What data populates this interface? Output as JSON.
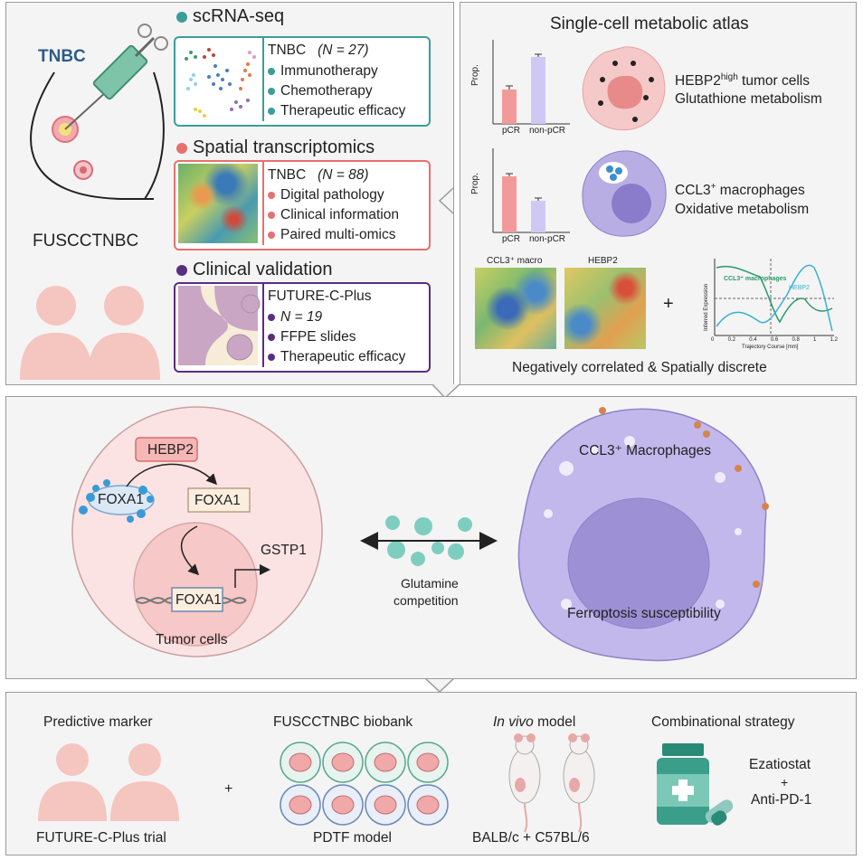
{
  "colors": {
    "teal": "#3a9e9a",
    "coral": "#e8706e",
    "purple": "#5a2d82",
    "panel": "#f4f4f4",
    "border": "#9a9a9a",
    "pink_cell": "#f6c9c9",
    "purple_cell": "#b9aee4"
  },
  "cohort": {
    "tnbc_label": "TNBC",
    "name": "FUSCCTNBC"
  },
  "scrna": {
    "title": "scRNA-seq",
    "cohort": "TNBC",
    "n": "(N = 27)",
    "items": [
      "Immunotherapy",
      "Chemotherapy",
      "Therapeutic efficacy"
    ]
  },
  "spatial": {
    "title": "Spatial transcriptomics",
    "cohort": "TNBC",
    "n": "(N = 88)",
    "items": [
      "Digital pathology",
      "Clinical information",
      "Paired multi-omics"
    ]
  },
  "clinical": {
    "title": "Clinical validation",
    "trial": "FUTURE-C-Plus",
    "items": [
      "N = 19",
      "FFPE slides",
      "Therapeutic efficacy"
    ]
  },
  "atlas": {
    "title": "Single-cell metabolic atlas",
    "chart1": {
      "ylabel": "Prop.",
      "xlabels": [
        "pCR",
        "non-pCR"
      ]
    },
    "chart2": {
      "ylabel": "Prop.",
      "xlabels": [
        "pCR",
        "non-pCR"
      ]
    },
    "tumor_line1_main": "HEBP2",
    "tumor_line1_sup": "high",
    "tumor_line1_rest": " tumor cells",
    "tumor_line2": "Glutathione metabolism",
    "mac_line1_main": "CCL3",
    "mac_line1_sup": "+",
    "mac_line1_rest": " macrophages",
    "mac_line2": "Oxidative metabolism",
    "map1_label": "CCL3⁺ macro",
    "map2_label": "HEBP2",
    "plus": "+",
    "traj": {
      "ylabel": "Inferred Expression",
      "xlabel": "Trajectory Course [mm]",
      "series": [
        "CCL3⁺ macrophages",
        "HEBP2"
      ],
      "xticks": [
        "0",
        "0.2",
        "0.4",
        "0.6",
        "0.8",
        "1",
        "1.2"
      ]
    },
    "footer": "Negatively correlated & Spatially discrete"
  },
  "mechanism": {
    "hebp2": "HEBP2",
    "foxa1_left": "FOXA1",
    "foxa1_right": "FOXA1",
    "foxa1_nucleus": "FOXA1",
    "gstp1": "GSTP1",
    "tumor_label": "Tumor cells",
    "glutamine_line1": "Glutamine",
    "glutamine_line2": "competition",
    "macrophage_title": "CCL3⁺ Macrophages",
    "ferroptosis": "Ferroptosis susceptibility"
  },
  "bottom": {
    "col1_title": "Predictive marker",
    "col1_caption": "FUTURE-C-Plus trial",
    "plus": "+",
    "col2_title": "FUSCCTNBC biobank",
    "col2_caption": "PDTF model",
    "col3_title_italic": "In vivo",
    "col3_title_rest": " model",
    "col3_caption": "BALB/c + C57BL/6",
    "col4_title": "Combinational strategy",
    "drug1": "Ezatiostat",
    "drug_plus": "+",
    "drug2": "Anti-PD-1"
  }
}
